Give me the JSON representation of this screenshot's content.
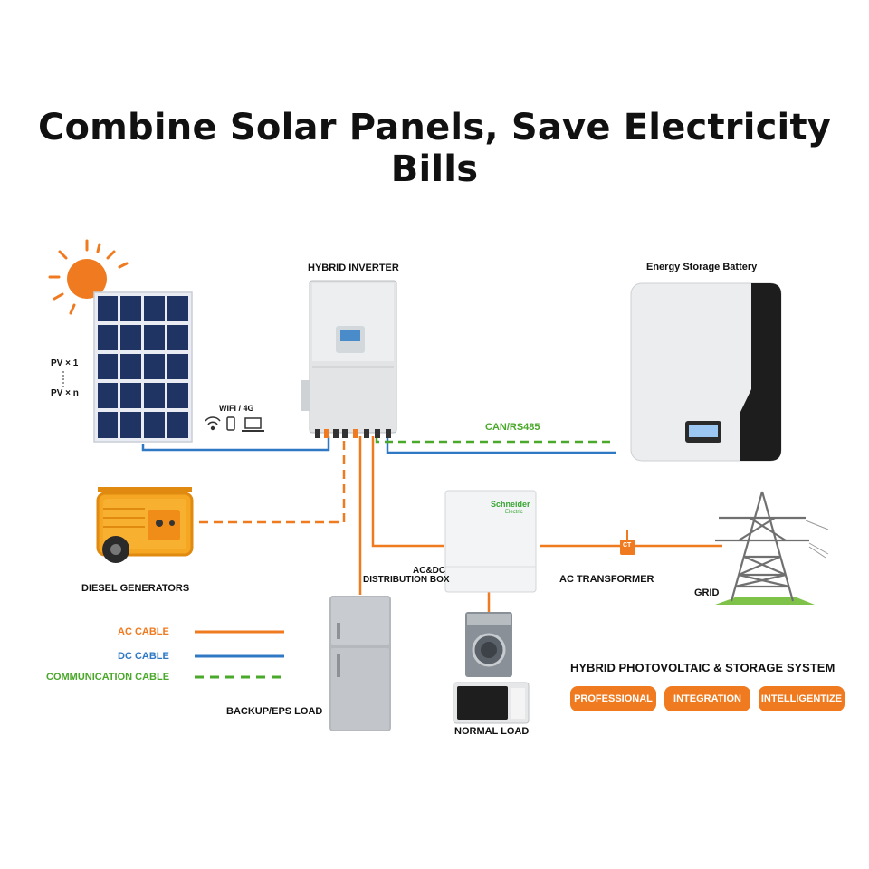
{
  "title": "Combine Solar Panels, Save Electricity Bills",
  "labels": {
    "pv_1": "PV × 1",
    "pv_n": "PV × n",
    "wifi": "WIFI / 4G",
    "inverter": "HYBRID INVERTER",
    "battery": "Energy Storage Battery",
    "can": "CAN/RS485",
    "diesel": "DIESEL GENERATORS",
    "distribution_line1": "AC&DC",
    "distribution_line2": "DISTRIBUTION BOX",
    "ac_transformer": "AC TRANSFORMER",
    "ct": "CT",
    "grid": "GRID",
    "backup": "BACKUP/EPS LOAD",
    "normal": "NORMAL LOAD",
    "schneider_brand": "Schneider",
    "schneider_sub": "Electric"
  },
  "legend": [
    {
      "label": "AC CABLE",
      "color": "#ef7a1f",
      "style": "solid"
    },
    {
      "label": "DC CABLE",
      "color": "#2f78c4",
      "style": "solid"
    },
    {
      "label": "COMMUNICATION CABLE",
      "color": "#4aa82a",
      "style": "dashed"
    }
  ],
  "system": {
    "heading": "HYBRID PHOTOVOLTAIC & STORAGE SYSTEM",
    "tags": [
      "PROFESSIONAL",
      "INTEGRATION",
      "INTELLIGENTIZE"
    ]
  },
  "colors": {
    "ac": "#ef7a1f",
    "dc": "#2f78c4",
    "comm": "#4aa82a"
  }
}
